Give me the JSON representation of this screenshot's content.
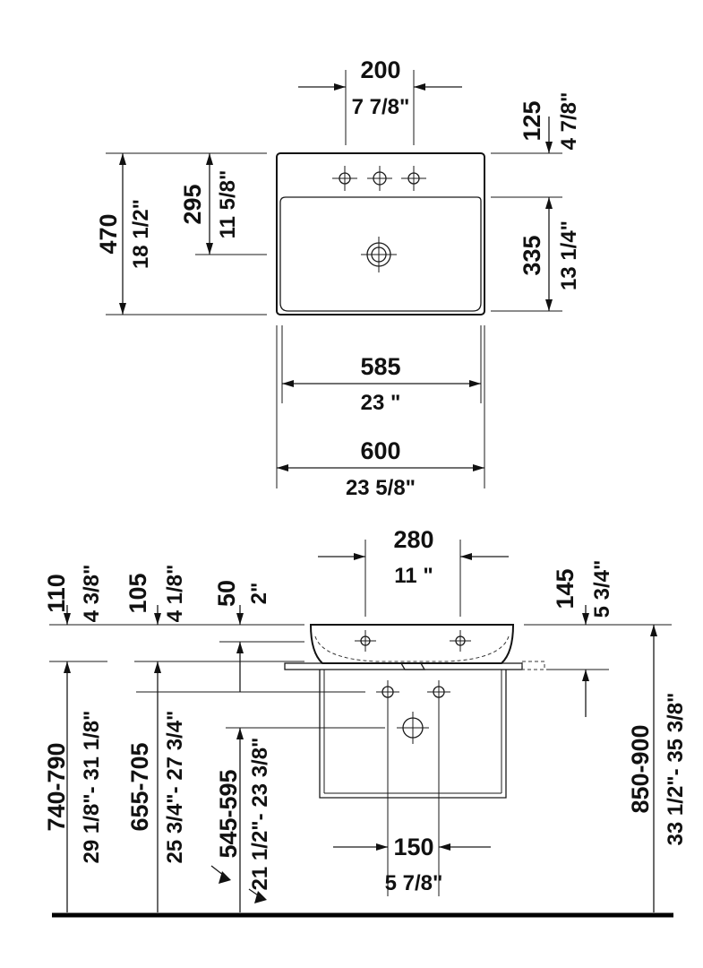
{
  "top_view": {
    "hole_spacing_mm": "200",
    "hole_spacing_in": "7 7/8\"",
    "tap_offset_mm": "125",
    "tap_offset_in": "4 7/8\"",
    "overall_depth_mm": "470",
    "overall_depth_in": "18 1/2\"",
    "drain_from_back_mm": "295",
    "drain_from_back_in": "11 5/8\"",
    "bowl_depth_mm": "335",
    "bowl_depth_in": "13 1/4\"",
    "bowl_width_mm": "585",
    "bowl_width_in": "23 \"",
    "overall_width_mm": "600",
    "overall_width_in": "23 5/8\""
  },
  "front_view": {
    "tap_spacing_mm": "280",
    "tap_spacing_in": "11 \"",
    "dim_a_mm": "110",
    "dim_a_in": "4 3/8\"",
    "dim_b_mm": "105",
    "dim_b_in": "4 1/8\"",
    "dim_c_mm": "50",
    "dim_c_in": "2\"",
    "dim_d_mm": "145",
    "dim_d_in": "5 3/4\"",
    "height_1_mm": "740-790",
    "height_1_in": "29 1/8\"- 31 1/8\"",
    "height_2_mm": "655-705",
    "height_2_in": "25 3/4\"- 27 3/4\"",
    "height_3_mm": "545-595",
    "height_3_in": "21 1/2\"- 23 3/8\"",
    "total_height_mm": "850-900",
    "total_height_in": "33 1/2\"- 35 3/8\"",
    "supply_spacing_mm": "150",
    "supply_spacing_in": "5 7/8\""
  }
}
